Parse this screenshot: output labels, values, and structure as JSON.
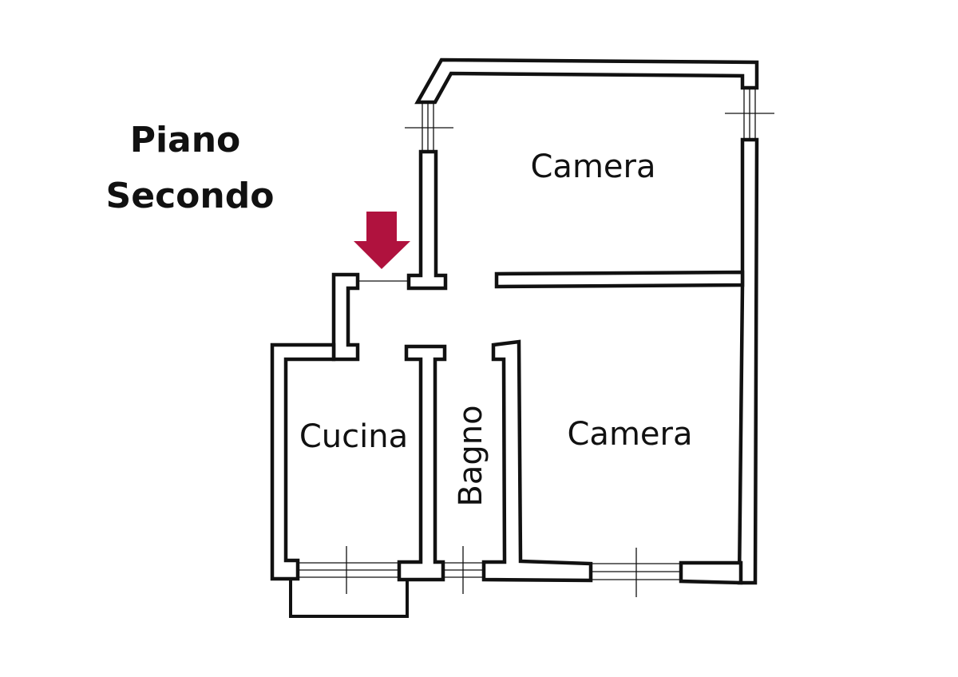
{
  "title": {
    "line1": "Piano",
    "line2": "Secondo"
  },
  "rooms": {
    "camera_top": "Camera",
    "camera_bottom": "Camera",
    "cucina": "Cucina",
    "bagno": "Bagno"
  },
  "colors": {
    "wall_stroke": "#111111",
    "entrance_arrow": "#b0123e",
    "background": "#ffffff"
  },
  "icons": {
    "entrance": "arrow-down-icon"
  }
}
